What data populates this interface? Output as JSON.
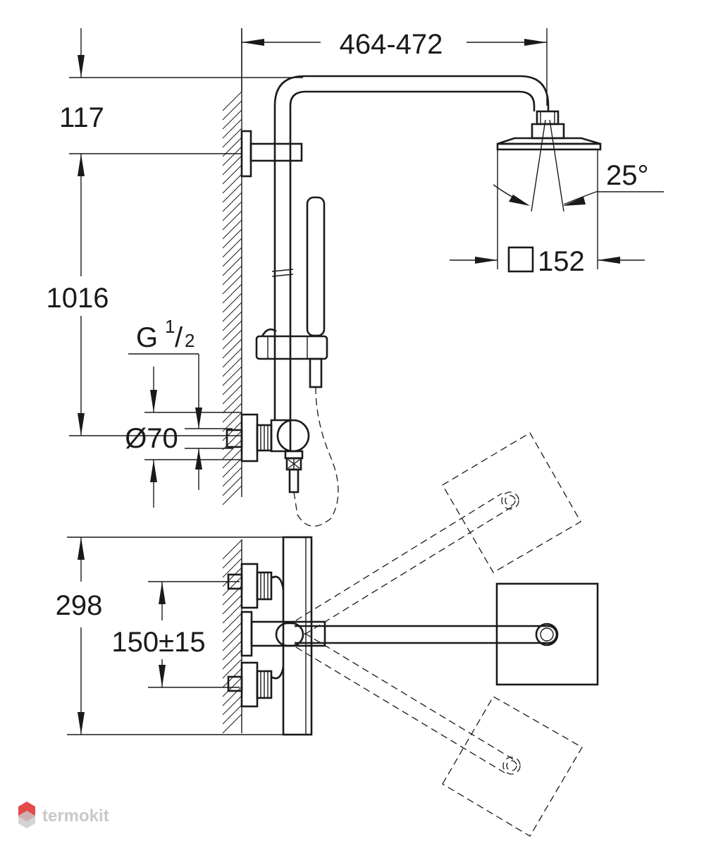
{
  "dimensions": {
    "arm_reach": "464-472",
    "top_offset": "117",
    "column_height": "1016",
    "thread_g": "G",
    "thread_num": "1",
    "thread_slash": "/",
    "thread_den": "2",
    "diameter": "Ø70",
    "head_angle": "25°",
    "head_size": "152",
    "plan_depth": "298",
    "inlet_spacing": "150±15"
  },
  "watermark": {
    "brand": "termokit"
  },
  "colors": {
    "line": "#1a1a1a",
    "watermark_red": "#e34a4a",
    "watermark_gray": "#c9c9c9"
  }
}
